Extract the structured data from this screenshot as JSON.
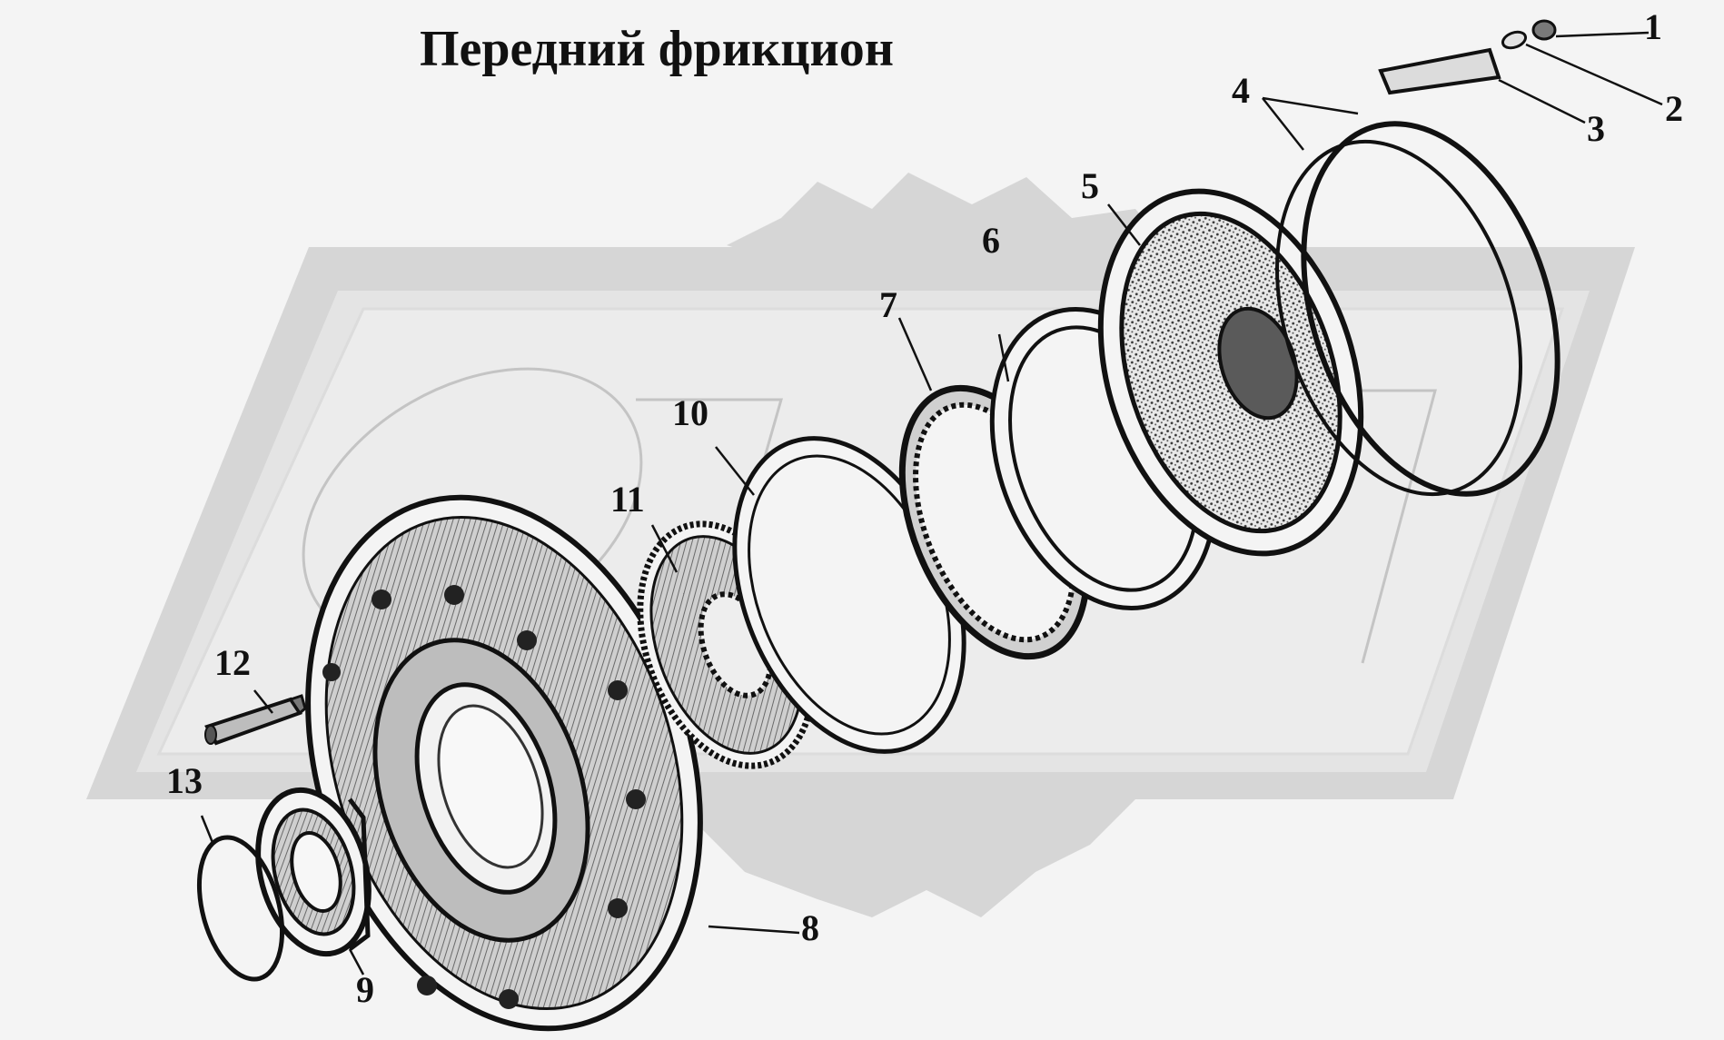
{
  "title": "Передний фрикцион",
  "callouts": [
    {
      "id": "1",
      "label": "1"
    },
    {
      "id": "2",
      "label": "2"
    },
    {
      "id": "3",
      "label": "3"
    },
    {
      "id": "4",
      "label": "4"
    },
    {
      "id": "5",
      "label": "5"
    },
    {
      "id": "6",
      "label": "6"
    },
    {
      "id": "7",
      "label": "7"
    },
    {
      "id": "8",
      "label": "8"
    },
    {
      "id": "9",
      "label": "9"
    },
    {
      "id": "10",
      "label": "10"
    },
    {
      "id": "11",
      "label": "11"
    },
    {
      "id": "12",
      "label": "12"
    },
    {
      "id": "13",
      "label": "13"
    }
  ],
  "colors": {
    "background": "#f4f4f4",
    "watermark": "#d6d6d6",
    "ink": "#111111",
    "shading": "#8a8a8a"
  }
}
